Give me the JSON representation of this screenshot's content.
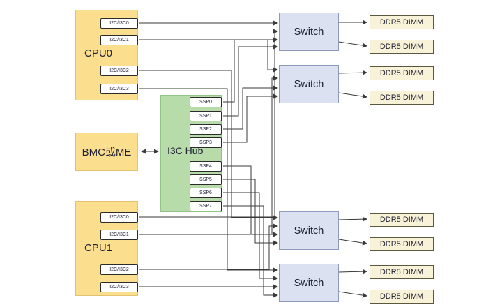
{
  "diagram": {
    "cpu0": {
      "label": "CPU0",
      "ports": [
        "I2C/I3C0",
        "I2C/I3C1",
        "I2C/I3C2",
        "I2C/I3C3"
      ]
    },
    "cpu1": {
      "label": "CPU1",
      "ports": [
        "I2C/I3C0",
        "I2C/I3C1",
        "I2C/I3C2",
        "I2C/I3C3"
      ]
    },
    "bmc": {
      "label": "BMC或ME"
    },
    "hub": {
      "label": "I3C Hub",
      "ports": [
        "SSP0",
        "SSP1",
        "SSP2",
        "SSP3",
        "SSP4",
        "SSP5",
        "SSP6",
        "SSP7"
      ]
    },
    "switches": [
      {
        "label": "Switch"
      },
      {
        "label": "Switch"
      },
      {
        "label": "Switch"
      },
      {
        "label": "Switch"
      }
    ],
    "dimms": [
      {
        "label": "DDR5 DIMM"
      },
      {
        "label": "DDR5 DIMM"
      },
      {
        "label": "DDR5 DIMM"
      },
      {
        "label": "DDR5 DIMM"
      },
      {
        "label": "DDR5 DIMM"
      },
      {
        "label": "DDR5 DIMM"
      },
      {
        "label": "DDR5 DIMM"
      },
      {
        "label": "DDR5 DIMM"
      }
    ],
    "colors": {
      "cpu_fill": "#fbde8e",
      "hub_fill": "#b8dca9",
      "switch_fill": "#dce1f2",
      "dimm_fill": "#f8f3d8",
      "line": "#3a3a3a"
    }
  }
}
